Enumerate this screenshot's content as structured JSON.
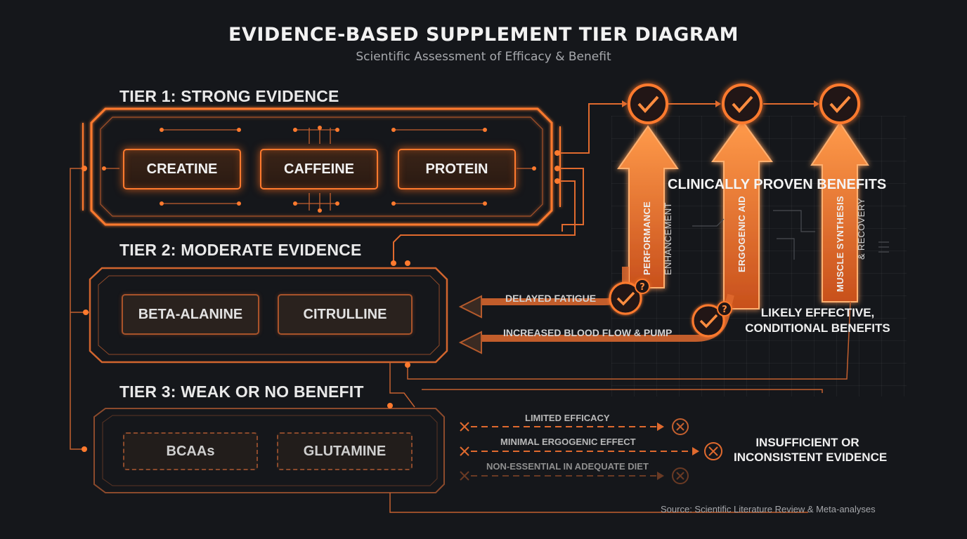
{
  "header": {
    "title": "EVIDENCE-BASED SUPPLEMENT TIER DIAGRAM",
    "subtitle": "Scientific Assessment of Efficacy & Benefit"
  },
  "tiers": [
    {
      "title": "TIER 1: STRONG EVIDENCE",
      "items": [
        "CREATINE",
        "CAFFEINE",
        "PROTEIN"
      ]
    },
    {
      "title": "TIER 2: MODERATE EVIDENCE",
      "items": [
        "BETA-ALANINE",
        "CITRULLINE"
      ]
    },
    {
      "title": "TIER 3: WEAK OR NO BENEFIT",
      "items": [
        "BCAAs",
        "GLUTAMINE"
      ]
    }
  ],
  "benefits": {
    "heading": "CLINICALLY PROVEN BENEFITS",
    "arrows": [
      "PERFORMANCE",
      "ENHANCEMENT",
      "ERGOGENIC AID",
      "MUSCLE SYNTHESIS",
      "& RECOVERY"
    ]
  },
  "tier2_effects": {
    "lines": [
      "DELAYED FATIGUE",
      "INCREASED BLOOD FLOW & PUMP"
    ],
    "summary": [
      "LIKELY EFFECTIVE,",
      "CONDITIONAL BENEFITS"
    ]
  },
  "tier3_effects": {
    "lines": [
      "LIMITED EFFICACY",
      "MINIMAL ERGOGENIC EFFECT",
      "NON-ESSENTIAL IN ADEQUATE DIET"
    ],
    "summary": [
      "INSUFFICIENT OR",
      "INCONSISTENT EVIDENCE"
    ]
  },
  "source": "Source: Scientific Literature Review & Meta-analyses",
  "colors": {
    "accent": "#ff7a2e",
    "accent_dim": "#b55a2c",
    "background": "#15171b"
  },
  "icons": [
    "check-icon",
    "question-icon",
    "cross-icon",
    "arrow-left-icon"
  ]
}
